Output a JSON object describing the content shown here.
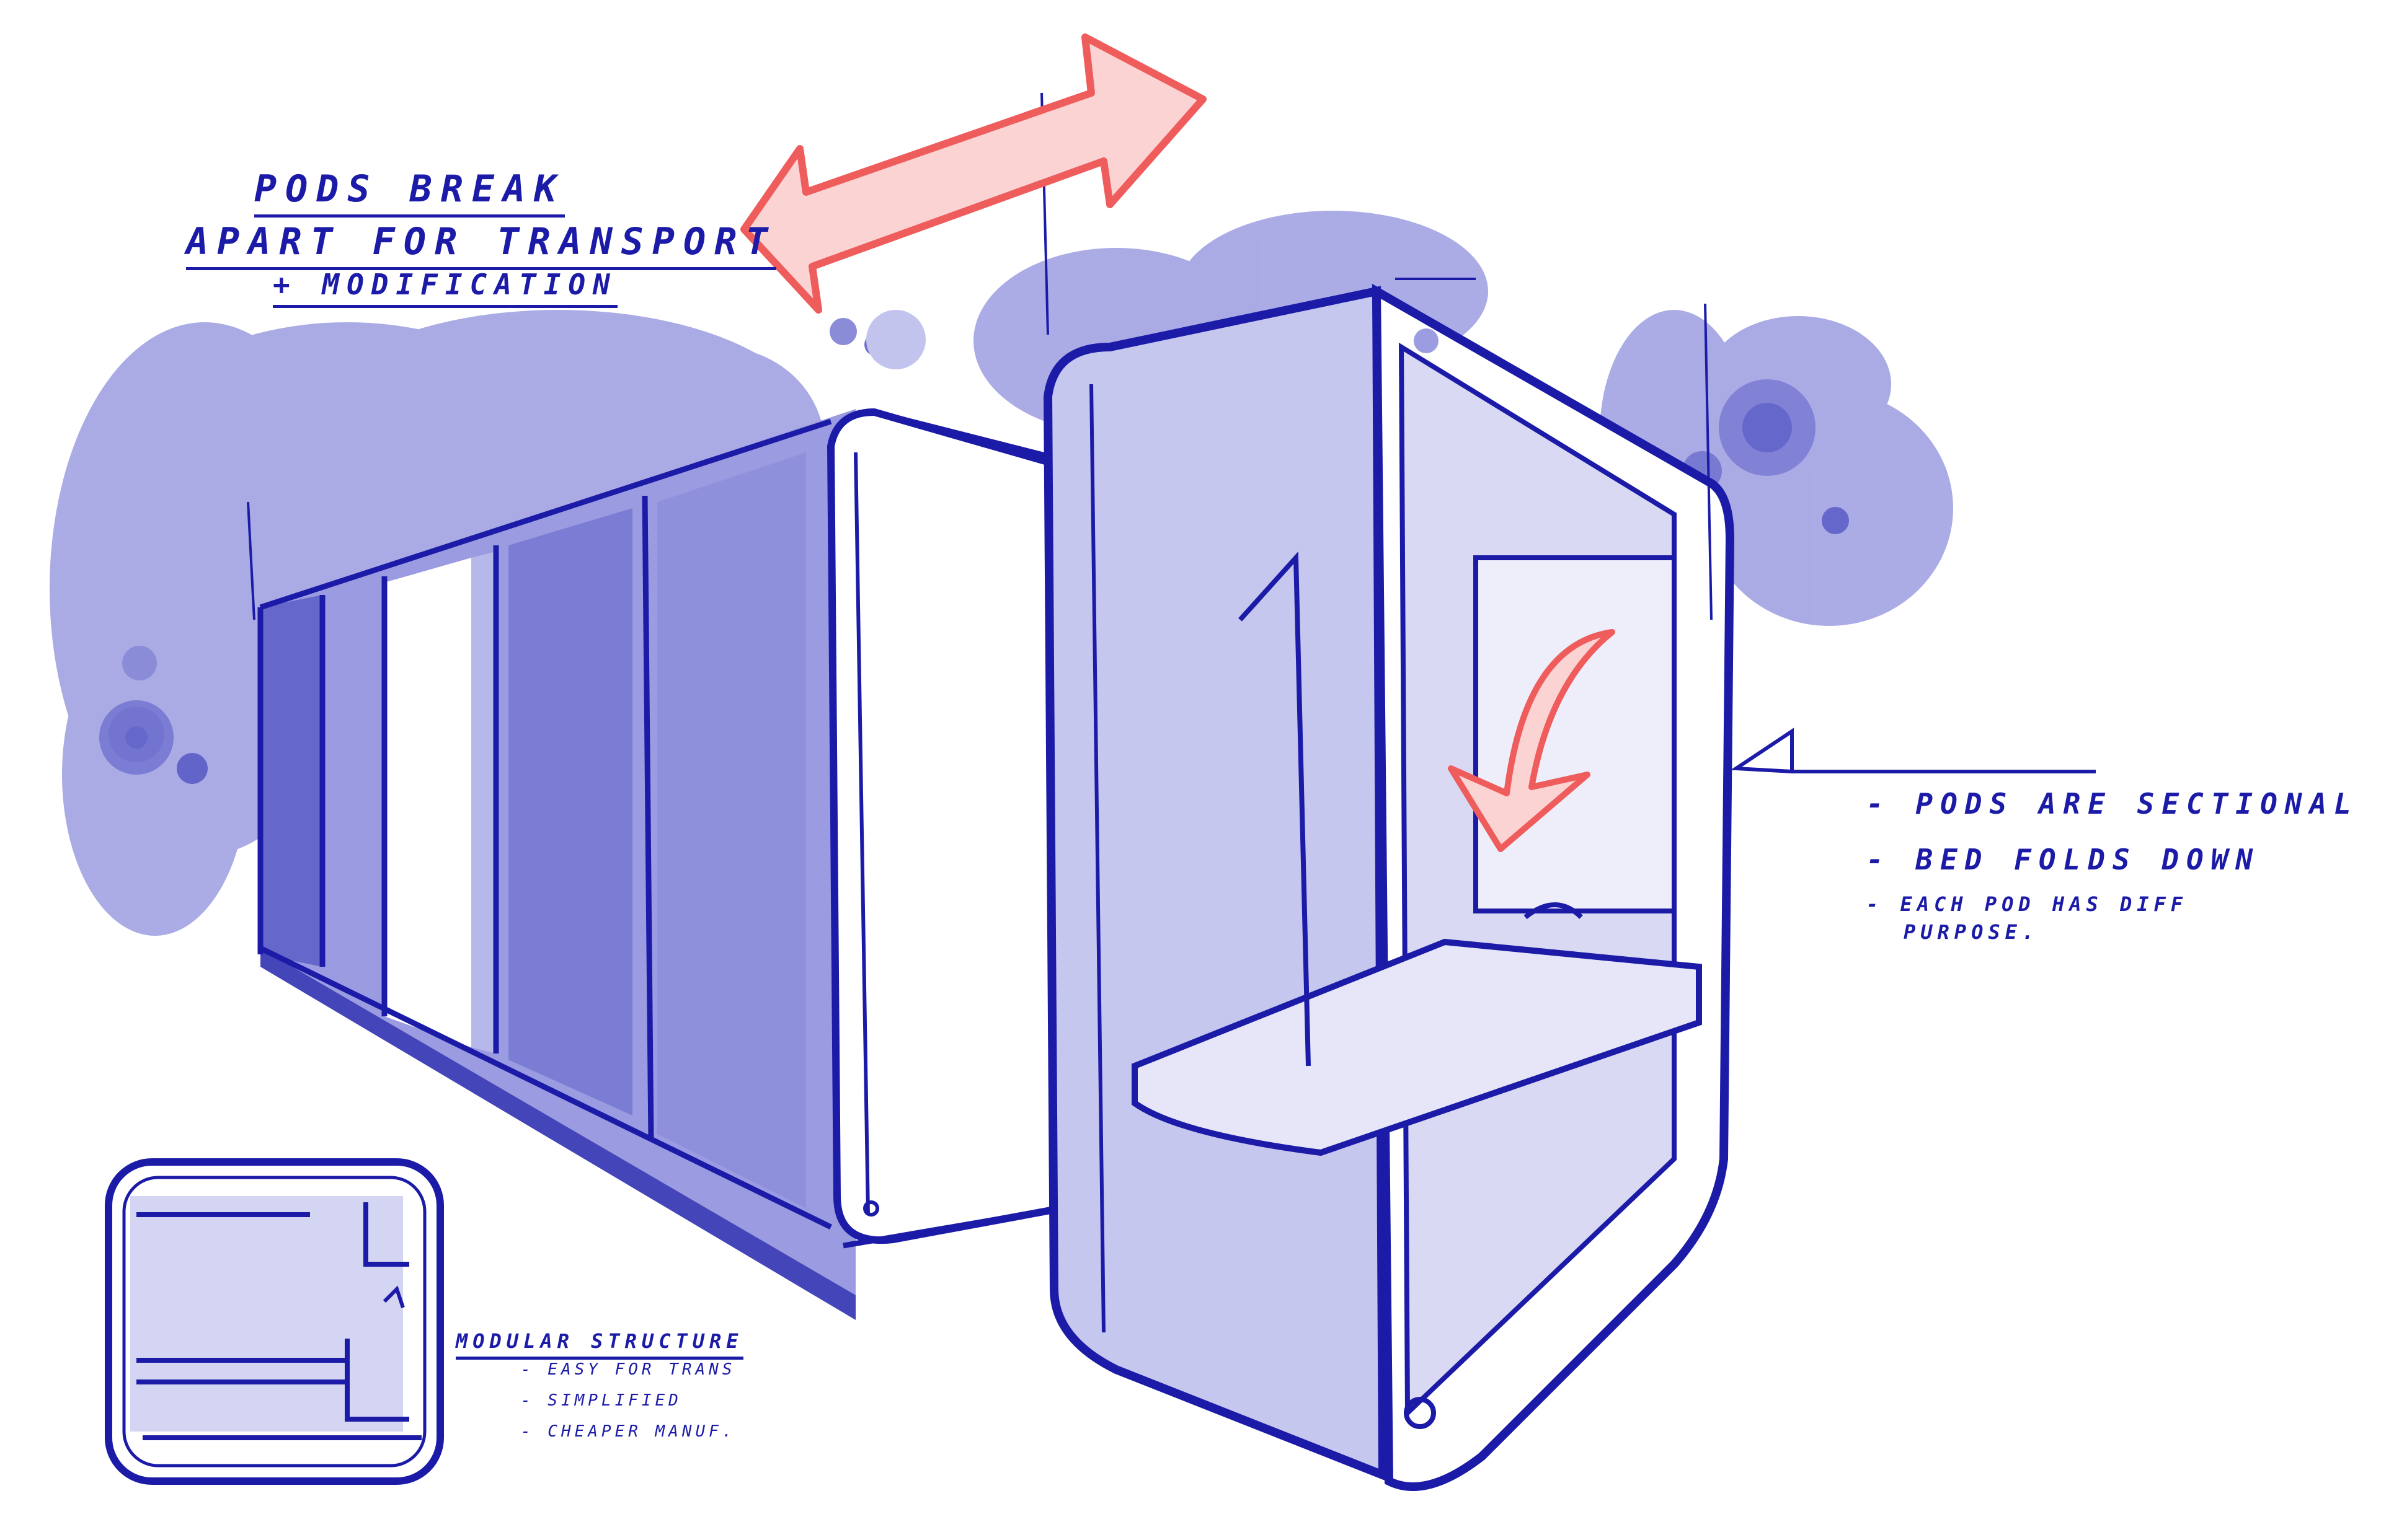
{
  "annotations": {
    "top_left": {
      "line1": "PODS BREAK",
      "line2": "APART FOR TRANSPORT",
      "line3": "+ MODIFICATION"
    },
    "right": {
      "item1": "- PODS ARE SECTIONAL",
      "item2": "- BED FOLDS DOWN",
      "item3_line1": "- EACH POD HAS DIFF",
      "item3_line2": "PURPOSE."
    },
    "bottom_left": {
      "title": "MODULAR STRUCTURE",
      "item1": "- EASY FOR TRANS",
      "item2": "- SIMPLIFIED",
      "item3": "- CHEAPER MANUF."
    }
  },
  "colors": {
    "ink": "#1b1ba8",
    "wash": "#8f90dc",
    "wash_light": "#c9caef",
    "arrow": "#ef6b6b",
    "arrow_fill": "#f9c9c9"
  }
}
